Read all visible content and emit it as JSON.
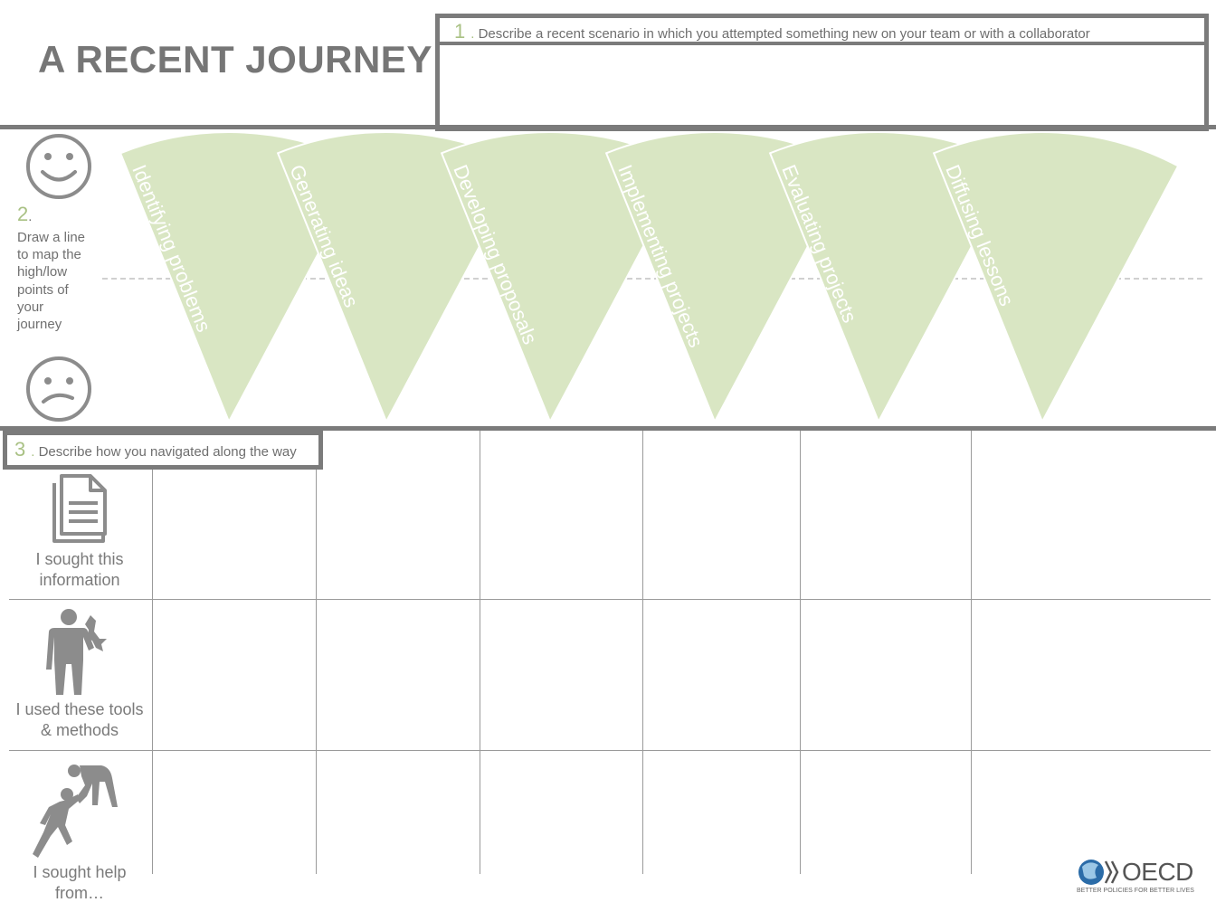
{
  "header": {
    "title": "A RECENT JOURNEY"
  },
  "section1": {
    "number": "1",
    "prompt": "Describe a recent scenario in which you attempted something new on your team or with a collaborator"
  },
  "section2": {
    "number": "2",
    "instruction": "Draw a line to map the high/low points of your journey",
    "stages": [
      "Identifying problems",
      "Generating ideas",
      "Developing proposals",
      "Implementing projects",
      "Evaluating projects",
      "Diffusing lessons"
    ],
    "stage_color": "#d9e6c3",
    "icons": [
      "happy-face-icon",
      "sad-face-icon"
    ]
  },
  "section3": {
    "number": "3",
    "prompt": "Describe how you navigated along the way",
    "rows": [
      {
        "label": "I sought this information",
        "icon": "document-icon"
      },
      {
        "label": "I used these tools & methods",
        "icon": "person-with-wrench-icon"
      },
      {
        "label": "I sought help from…",
        "icon": "helping-hand-climb-icon"
      }
    ]
  },
  "footer": {
    "logo_text": "OECD",
    "tagline": "BETTER POLICIES FOR BETTER LIVES"
  },
  "colors": {
    "border": "#7b7b7b",
    "accent_number": "#a9c184",
    "text": "#7a7a7a"
  }
}
